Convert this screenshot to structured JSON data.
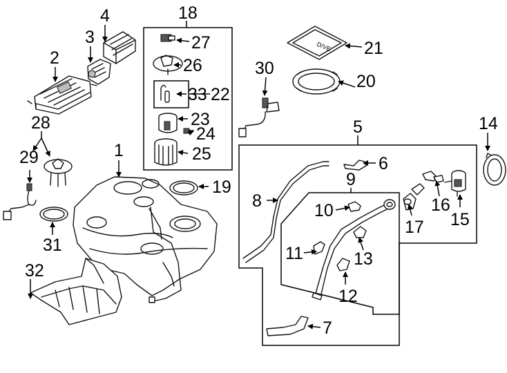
{
  "callouts": {
    "c1": "1",
    "c2": "2",
    "c3": "3",
    "c4": "4",
    "c5": "5",
    "c6": "6",
    "c7": "7",
    "c8": "8",
    "c9": "9",
    "c10": "10",
    "c11": "11",
    "c12": "12",
    "c13": "13",
    "c14": "14",
    "c15": "15",
    "c16": "16",
    "c17": "17",
    "c18": "18",
    "c19": "19",
    "c20": "20",
    "c21": "21",
    "c22": "22",
    "c23": "23",
    "c24": "24",
    "c25": "25",
    "c26": "26",
    "c27": "27",
    "c28": "28",
    "c29": "29",
    "c30": "30",
    "c31": "31",
    "c32": "32",
    "c33": "33"
  },
  "markings": {
    "cover_plate_text": "D/VE"
  }
}
